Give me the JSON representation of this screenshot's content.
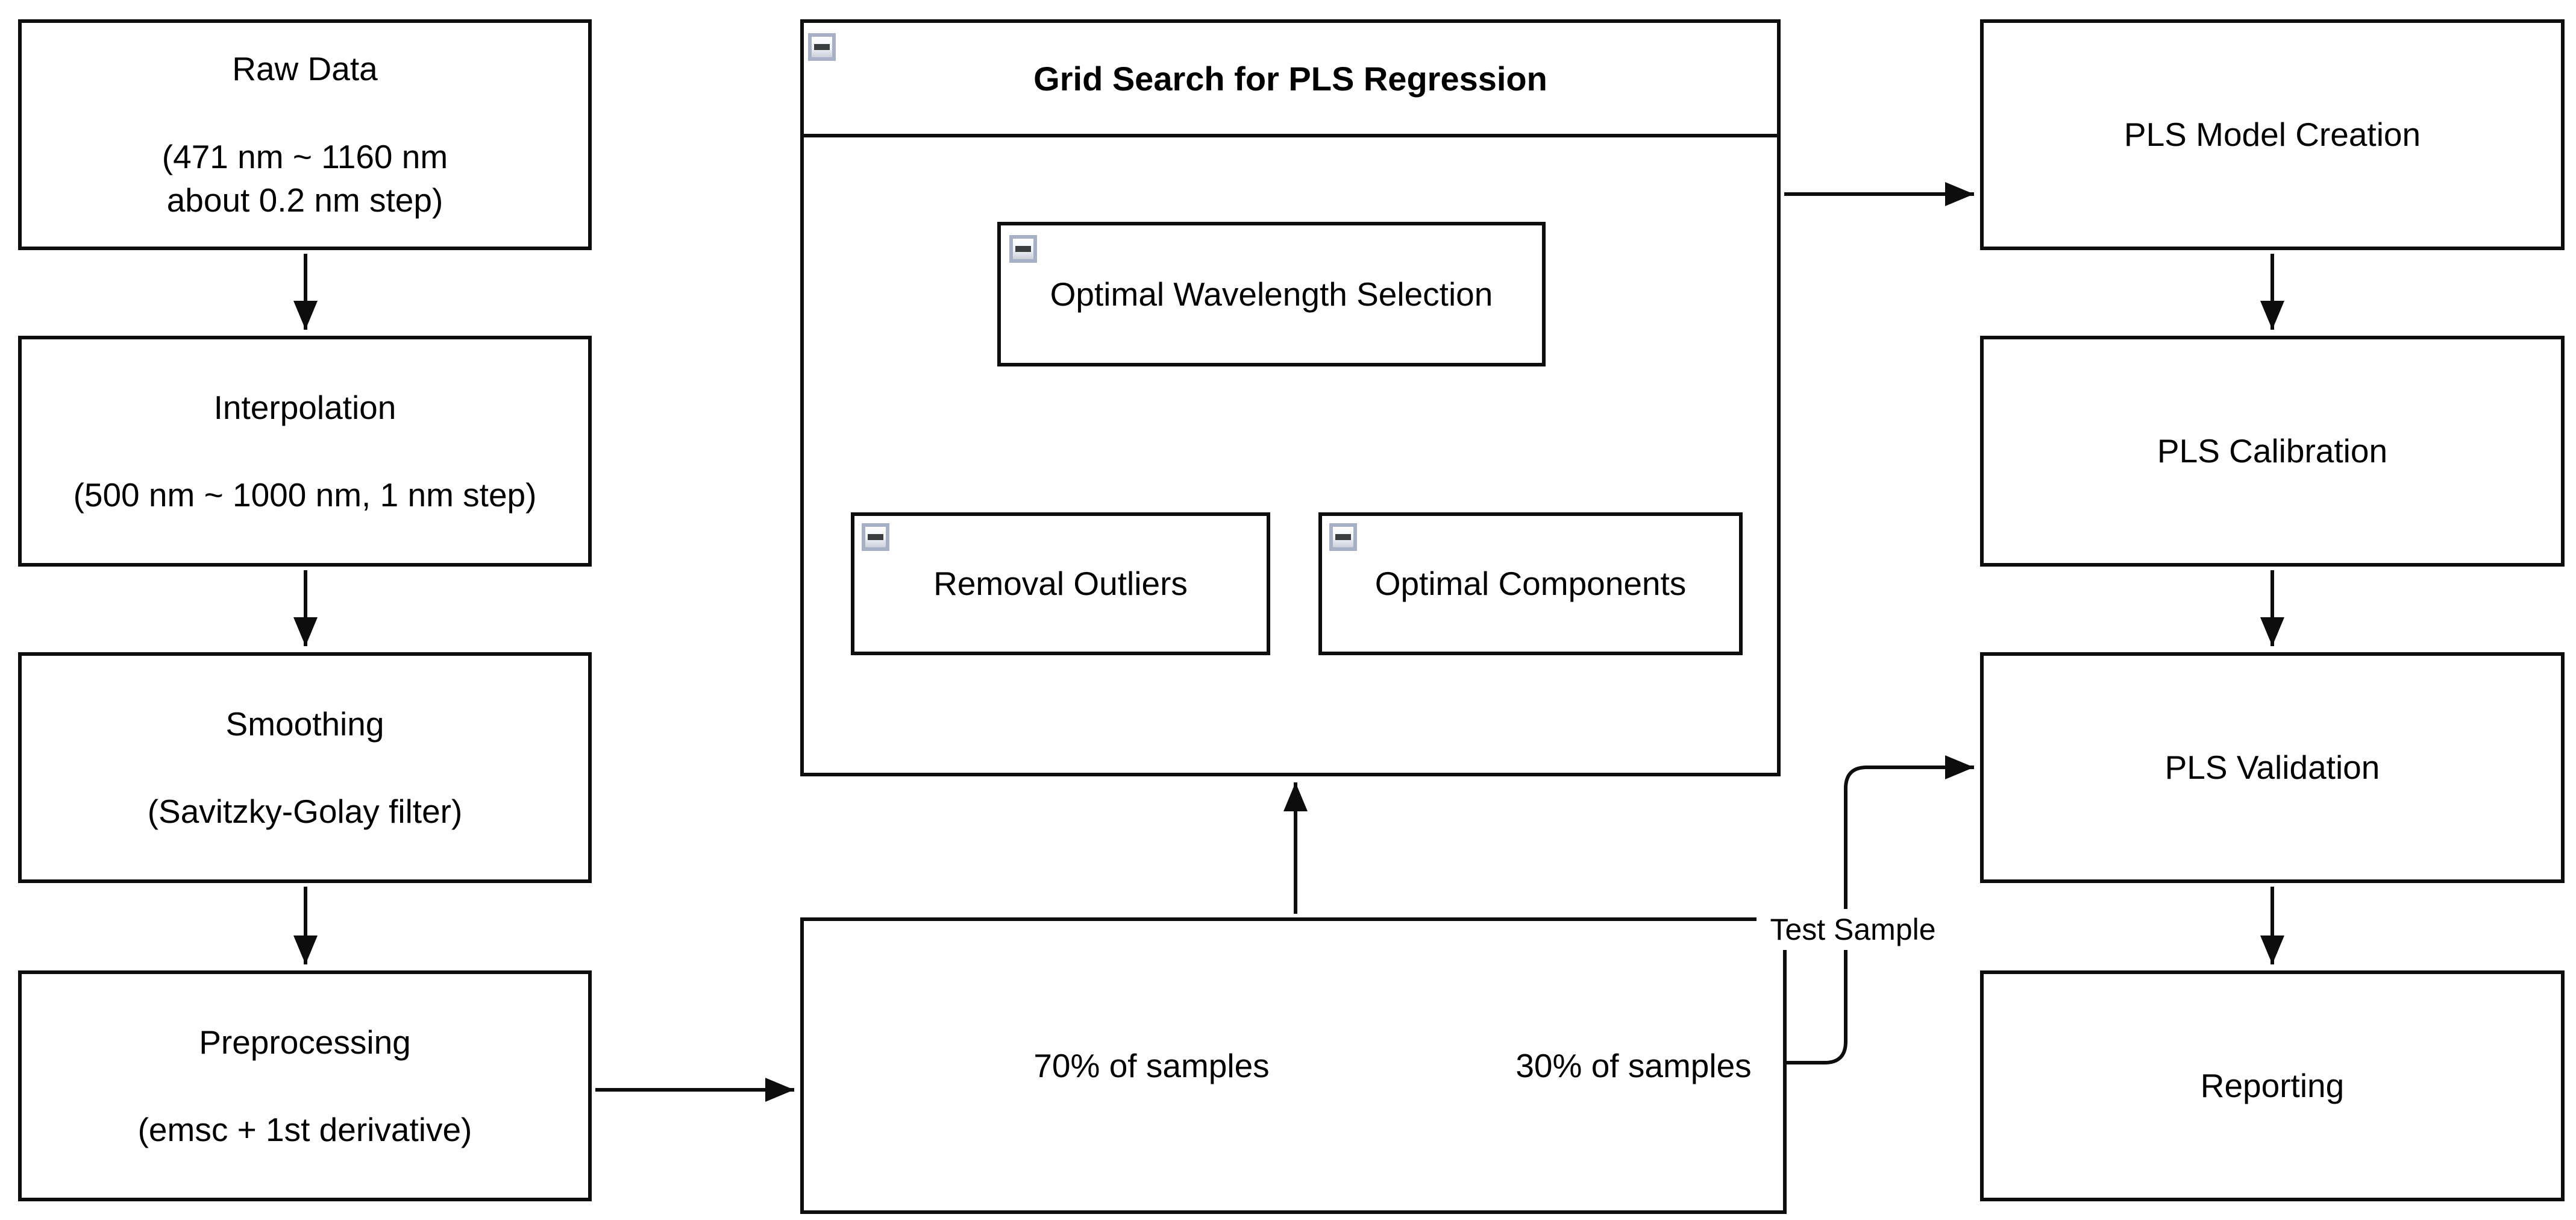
{
  "diagram": {
    "left_column": [
      {
        "label": "Raw Data\n\n(471 nm ~ 1160 nm\nabout 0.2 nm step)"
      },
      {
        "label": "Interpolation\n\n(500 nm ~ 1000 nm, 1 nm step)"
      },
      {
        "label": "Smoothing\n\n(Savitzky-Golay filter)"
      },
      {
        "label": "Preprocessing\n\n(emsc + 1st derivative)"
      }
    ],
    "grid_search": {
      "title": "Grid Search for PLS Regression",
      "wavelength_label": "Optimal Wavelength Selection",
      "outliers_label": "Removal Outliers",
      "components_label": "Optimal Components"
    },
    "split_box": {
      "left_label": "70% of samples",
      "right_label": "30% of samples"
    },
    "edge_label": "Test Sample",
    "right_column": [
      {
        "label": "PLS Model Creation"
      },
      {
        "label": "PLS Calibration"
      },
      {
        "label": "PLS Validation"
      },
      {
        "label": "Reporting"
      }
    ],
    "colors": {
      "stroke": "#0d0d0d",
      "background": "#ffffff",
      "collapse_border": "#a7b0c4",
      "collapse_minus": "#3b3d40"
    }
  }
}
